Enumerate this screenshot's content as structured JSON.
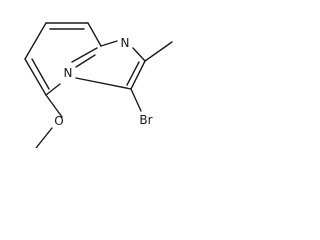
{
  "molecule": {
    "atoms": {
      "n_imine": "N",
      "n_bridgehead": "N",
      "bromo": "Br",
      "oxygen": "O"
    }
  }
}
